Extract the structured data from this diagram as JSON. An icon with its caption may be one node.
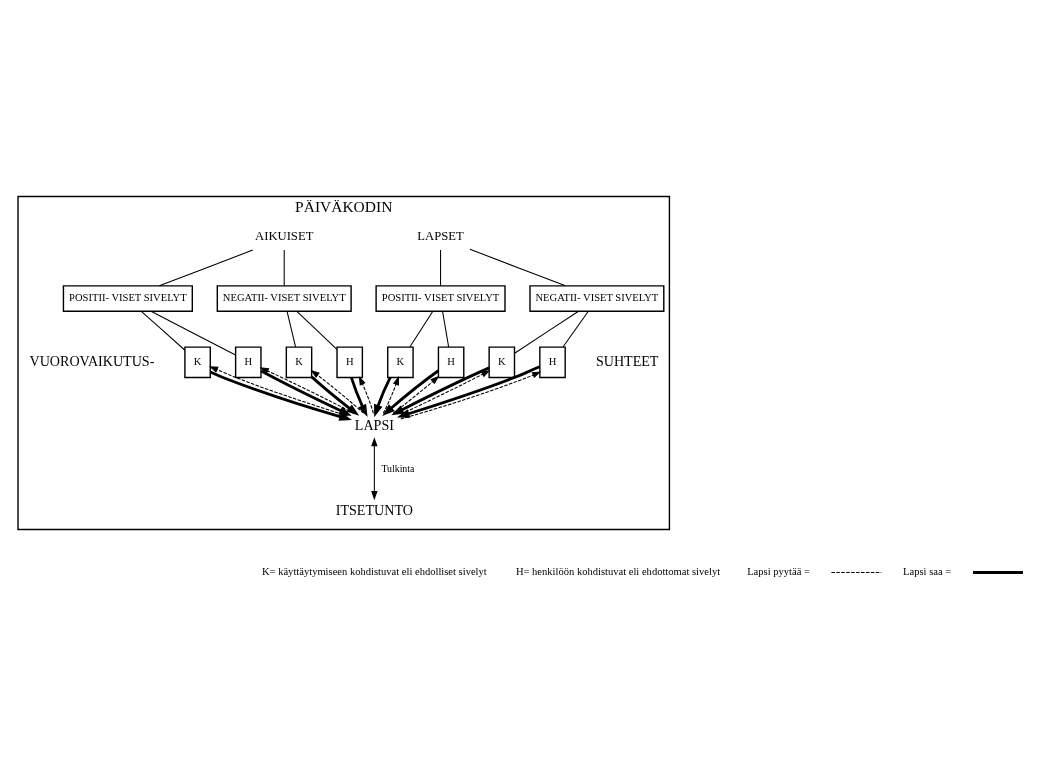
{
  "diagram": {
    "nodes": [
      {
        "text": [
          "PÄIVÄKODIN"
        ]
      },
      {
        "text": [
          "AIKUISET"
        ],
        "in": 0
      },
      {
        "text": [
          "LAPSET"
        ],
        "in": 0
      },
      {
        "text": [
          "POSITII- VISET SIVELYT"
        ],
        "in": 0
      },
      {
        "text": [
          "NEGATII- VISET SIVELYT"
        ],
        "in": 0
      },
      {
        "text": [
          "POSITII- VISET SIVELYT"
        ],
        "in": 0
      },
      {
        "text": [
          "NEGATII- VISET SIVELYT"
        ],
        "in": 0
      },
      {
        "text": [
          "K"
        ],
        "in": 0
      },
      {
        "text": [
          "H"
        ],
        "in": 0
      },
      {
        "text": [
          "K"
        ],
        "in": 0
      },
      {
        "text": [
          "H"
        ],
        "in": 0
      },
      {
        "text": [
          "K"
        ],
        "in": 0
      },
      {
        "text": [
          "H"
        ],
        "in": 0
      },
      {
        "text": [
          "K"
        ],
        "in": 0
      },
      {
        "text": [
          "H"
        ],
        "in": 0
      },
      {
        "text": [
          "LAPSI"
        ],
        "in": 0
      },
      {
        "text": [
          "ITSETUNTO"
        ],
        "in": 0
      }
    ],
    "edges": [
      {
        "from": 1,
        "to": 3,
        "arrow": "none"
      },
      {
        "from": 1,
        "to": 4,
        "arrow": "none"
      },
      {
        "from": 2,
        "to": 5,
        "arrow": "none"
      },
      {
        "from": 2,
        "to": 6,
        "arrow": "none"
      },
      {
        "from": 3,
        "to": 7,
        "arrow": "none"
      },
      {
        "from": 3,
        "to": 8,
        "arrow": "none"
      },
      {
        "from": 4,
        "to": 9,
        "arrow": "none"
      },
      {
        "from": 4,
        "to": 10,
        "arrow": "none"
      },
      {
        "from": 5,
        "to": 11,
        "arrow": "none"
      },
      {
        "from": 5,
        "to": 12,
        "arrow": "none"
      },
      {
        "from": 6,
        "to": 13,
        "arrow": "none"
      },
      {
        "from": 6,
        "to": 14,
        "arrow": "none"
      },
      {
        "from": 15,
        "to": 7,
        "arrow": "to",
        "style": "dashed"
      },
      {
        "from": 7,
        "to": 15,
        "arrow": "to",
        "style": "thick"
      },
      {
        "from": 15,
        "to": 8,
        "arrow": "to",
        "style": "dashed"
      },
      {
        "from": 8,
        "to": 15,
        "arrow": "to",
        "style": "thick"
      },
      {
        "from": 15,
        "to": 9,
        "arrow": "to",
        "style": "dashed"
      },
      {
        "from": 9,
        "to": 15,
        "arrow": "to",
        "style": "thick"
      },
      {
        "from": 15,
        "to": 10,
        "arrow": "to",
        "style": "dashed"
      },
      {
        "from": 10,
        "to": 15,
        "arrow": "to",
        "style": "thick"
      },
      {
        "from": 15,
        "to": 11,
        "arrow": "to",
        "style": "dashed"
      },
      {
        "from": 11,
        "to": 15,
        "arrow": "to",
        "style": "thick"
      },
      {
        "from": 15,
        "to": 12,
        "arrow": "to",
        "style": "dashed"
      },
      {
        "from": 12,
        "to": 15,
        "arrow": "to",
        "style": "thick"
      },
      {
        "from": 15,
        "to": 13,
        "arrow": "to",
        "style": "dashed"
      },
      {
        "from": 13,
        "to": 15,
        "arrow": "to",
        "style": "thick"
      },
      {
        "from": 15,
        "to": 14,
        "arrow": "to",
        "style": "dashed"
      },
      {
        "from": 14,
        "to": 15,
        "arrow": "to",
        "style": "thick"
      },
      {
        "from": 15,
        "to": 16,
        "arrow": "both",
        "label": "Tulkinta"
      }
    ],
    "labels": [
      "VUOROVAIKUTUS-",
      "SUHTEET",
      "K= käyttäytymiseen kohdistuvat eli ehdolliset sivelyt",
      "H= henkilöön kohdistuvat eli ehdottomat sivelyt"
    ],
    "legend": [
      {
        "text": "Lapsi pyytää ="
      },
      {
        "text": "Lapsi saa ="
      }
    ]
  }
}
